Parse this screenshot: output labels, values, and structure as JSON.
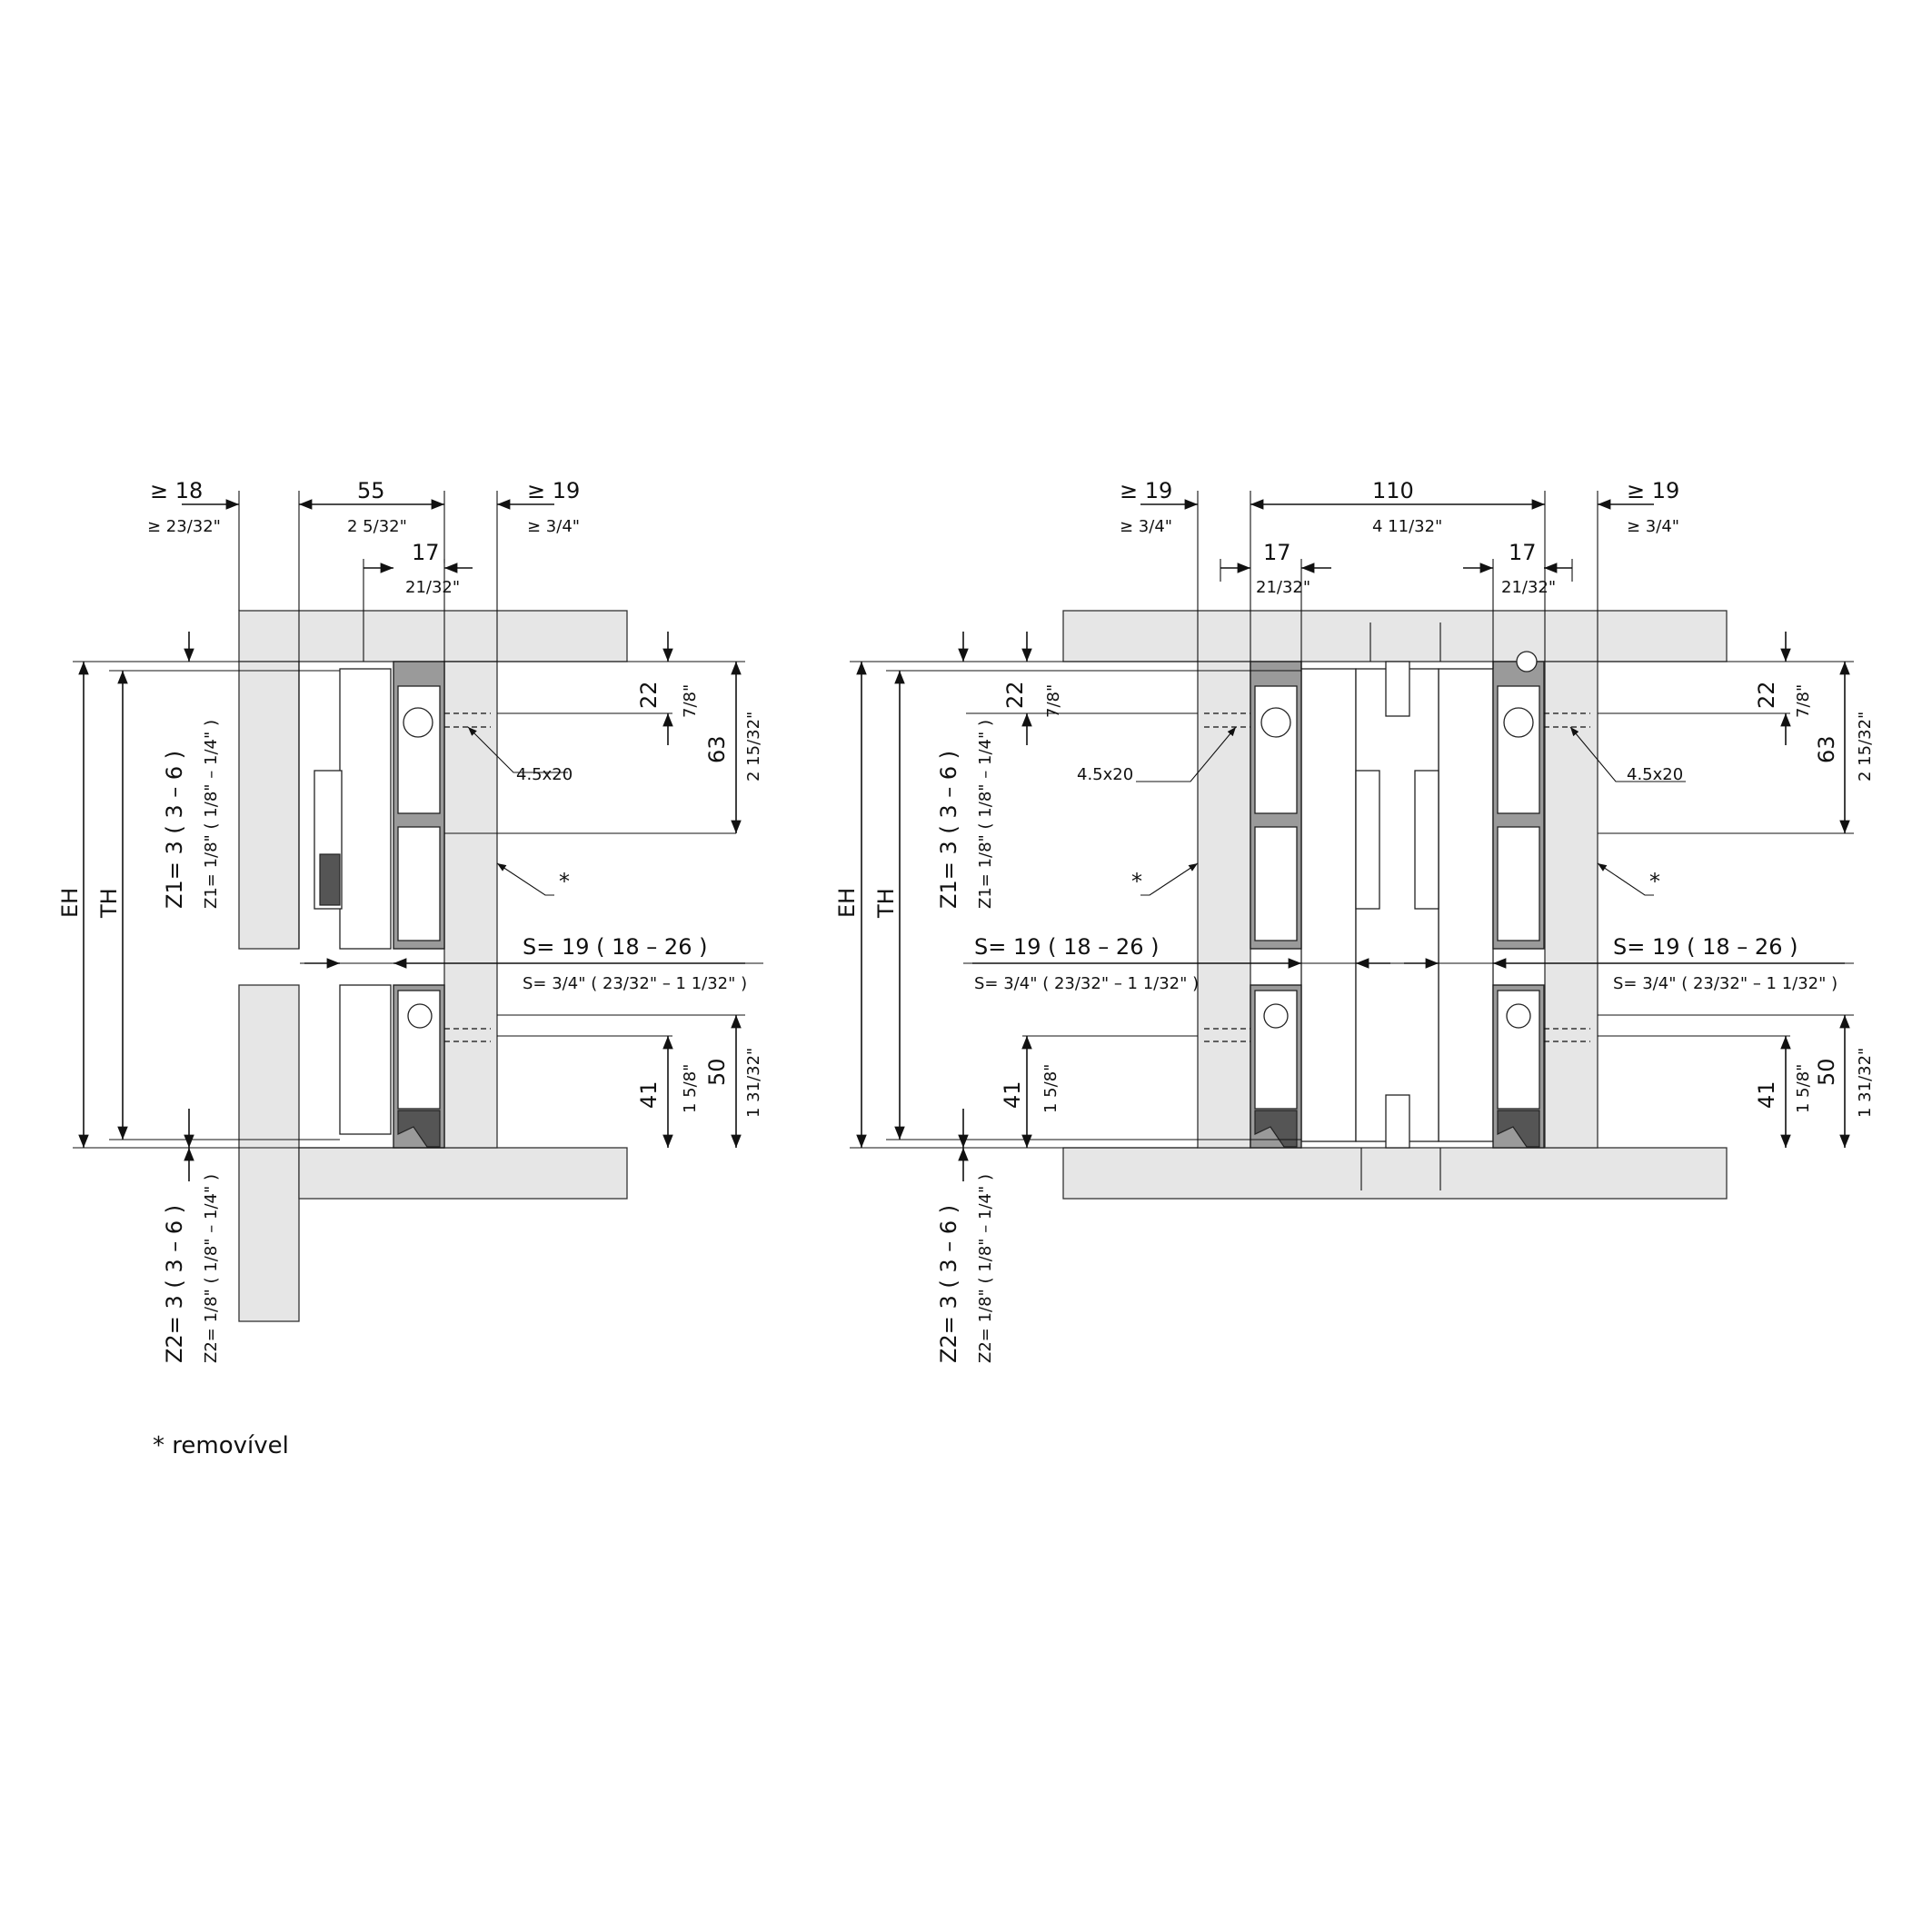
{
  "left": {
    "top_left_gap": "≥ 18",
    "top_left_gap_in": "≥ 23/32\"",
    "top_width": "55",
    "top_width_in": "2 5/32\"",
    "top_right_gap": "≥ 19",
    "top_right_gap_in": "≥ 3/4\"",
    "profile_width": "17",
    "profile_width_in": "21/32\"",
    "screw": "4.5x20",
    "removable_mark": "*",
    "dim_22": "22",
    "dim_22_in": "7/8\"",
    "dim_63": "63",
    "dim_63_in": "2 15/32\"",
    "dim_41": "41",
    "dim_41_in": "1 5/8\"",
    "dim_50": "50",
    "dim_50_in": "1 31/32\"",
    "eh": "EH",
    "th": "TH",
    "z1_mm": "Z1= 3 ( 3 – 6 )",
    "z1_in": "Z1= 1/8\" ( 1/8\" – 1/4\" )",
    "z2_mm": "Z2= 3 ( 3 – 6 )",
    "z2_in": "Z2= 1/8\" ( 1/8\" – 1/4\" )",
    "s_mm": "S= 19 ( 18 – 26 )",
    "s_in": "S= 3/4\" ( 23/32\" – 1 1/32\" )"
  },
  "right": {
    "top_left_gap": "≥ 19",
    "top_left_gap_in": "≥ 3/4\"",
    "top_width": "110",
    "top_width_in": "4 11/32\"",
    "top_right_gap": "≥ 19",
    "top_right_gap_in": "≥ 3/4\"",
    "profile_width_l": "17",
    "profile_width_l_in": "21/32\"",
    "profile_width_r": "17",
    "profile_width_r_in": "21/32\"",
    "screw_l": "4.5x20",
    "screw_r": "4.5x20",
    "removable_mark_l": "*",
    "removable_mark_r": "*",
    "dim_22_l": "22",
    "dim_22_l_in": "7/8\"",
    "dim_22_r": "22",
    "dim_22_r_in": "7/8\"",
    "dim_63": "63",
    "dim_63_in": "2 15/32\"",
    "dim_41_l": "41",
    "dim_41_l_in": "1 5/8\"",
    "dim_41_r": "41",
    "dim_41_r_in": "1 5/8\"",
    "dim_50": "50",
    "dim_50_in": "1 31/32\"",
    "eh": "EH",
    "th": "TH",
    "z1_mm": "Z1= 3 ( 3 – 6 )",
    "z1_in": "Z1= 1/8\" ( 1/8\" – 1/4\" )",
    "z2_mm": "Z2= 3 ( 3 – 6 )",
    "z2_in": "Z2= 1/8\" ( 1/8\" – 1/4\" )",
    "s_l_mm": "S= 19 ( 18 – 26 )",
    "s_l_in": "S= 3/4\" ( 23/32\" – 1 1/32\" )",
    "s_r_mm": "S= 19 ( 18 – 26 )",
    "s_r_in": "S= 3/4\" ( 23/32\" – 1 1/32\" )"
  },
  "legend": "* removível"
}
